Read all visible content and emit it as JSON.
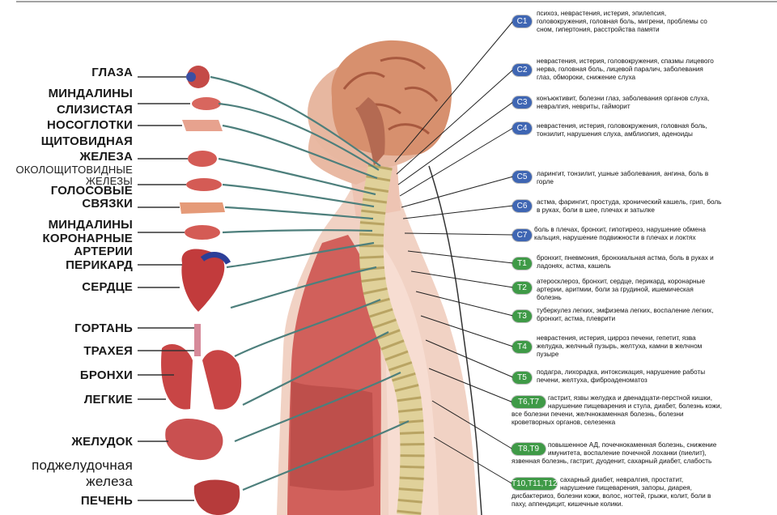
{
  "organs": [
    {
      "id": "eyes",
      "label": "ГЛАЗА"
    },
    {
      "id": "tonsils",
      "label": "МИНДАЛИНЫ"
    },
    {
      "id": "mucosa",
      "label": "СЛИЗИСТАЯ"
    },
    {
      "id": "nasopharynx",
      "label": "НОСОГЛОТКИ"
    },
    {
      "id": "thyroid1",
      "label": "ЩИТОВИДНАЯ"
    },
    {
      "id": "thyroid2",
      "label": "ЖЕЛЕЗА"
    },
    {
      "id": "parathyroid1",
      "label": "ОКОЛОЩИТОВИДНЫЕ"
    },
    {
      "id": "parathyroid2",
      "label": "ЖЕЛЕЗЫ"
    },
    {
      "id": "vocal1",
      "label": "ГОЛОСОВЫЕ"
    },
    {
      "id": "vocal2",
      "label": "СВЯЗКИ"
    },
    {
      "id": "tonsils2",
      "label": "МИНДАЛИНЫ"
    },
    {
      "id": "coronary1",
      "label": "КОРОНАРНЫЕ"
    },
    {
      "id": "coronary2",
      "label": "АРТЕРИИ"
    },
    {
      "id": "pericardium",
      "label": "ПЕРИКАРД"
    },
    {
      "id": "heart",
      "label": "СЕРДЦЕ"
    },
    {
      "id": "larynx",
      "label": "ГОРТАНЬ"
    },
    {
      "id": "trachea",
      "label": "ТРАХЕЯ"
    },
    {
      "id": "bronchi",
      "label": "БРОНХИ"
    },
    {
      "id": "lungs",
      "label": "ЛЕГКИЕ"
    },
    {
      "id": "stomach",
      "label": "ЖЕЛУДОК"
    },
    {
      "id": "pancreas1",
      "label": "поджелудочная"
    },
    {
      "id": "pancreas2",
      "label": "железа"
    },
    {
      "id": "liver",
      "label": "ПЕЧЕНЬ"
    }
  ],
  "vertebrae": [
    {
      "code": "C1",
      "type": "cervical",
      "lines": [
        "психоз, неврастения, истерия, эпилепсия,",
        "головокружения, головная боль, мигрени, проблемы со",
        "сном, гипертония, расстройства памяти"
      ]
    },
    {
      "code": "C2",
      "type": "cervical",
      "lines": [
        "неврастения, истерия, головокружения, спазмы лицевого",
        "нерва, головная боль, лицевой паралич, заболевания",
        "глаз, обмороки, снижение слуха"
      ]
    },
    {
      "code": "C3",
      "type": "cervical",
      "lines": [
        "конъюктивит, болезни глаз, заболевания органов слуха,",
        "невралгия, невриты, гайморит"
      ]
    },
    {
      "code": "C4",
      "type": "cervical",
      "lines": [
        "неврастения, истерия, головокружения, головная боль,",
        "тонзилит, нарушения слуха, амблиопия, аденоиды"
      ]
    },
    {
      "code": "C5",
      "type": "cervical",
      "lines": [
        "ларингит, тонзилит, ушные заболевания, ангина, боль в",
        "горле"
      ]
    },
    {
      "code": "C6",
      "type": "cervical",
      "lines": [
        "астма, фарингит, простуда, хронический кашель, грип, боль",
        "в руках, боли в шее, плечах и затылке"
      ]
    },
    {
      "code": "C7",
      "type": "cervical",
      "lines": [
        "боль в плечах, бронхит, гипотиреоз, нарушение обмена",
        "кальция, нарушение подвижности в плечах и локтях"
      ]
    },
    {
      "code": "T1",
      "type": "thoracic",
      "lines": [
        "бронхит, пневмония, бронхиальная астма, боль в руках и",
        "ладонях, астма, кашель"
      ]
    },
    {
      "code": "T2",
      "type": "thoracic",
      "lines": [
        "атеросклероз, бронхит, сердце, перикард, коронарные",
        "артерии, аритмии, боли за грудиной, ишемическая",
        "болезнь"
      ]
    },
    {
      "code": "T3",
      "type": "thoracic",
      "lines": [
        "туберкулез легких, эмфизема легких, воспаление легких,",
        "бронхит, астма, плеврити"
      ]
    },
    {
      "code": "T4",
      "type": "thoracic",
      "lines": [
        "неврастения, истерия, цирроз печени, гепетит, язва",
        "желудка, желчный пузырь, желтуха, камни в желчном",
        "пузыре"
      ]
    },
    {
      "code": "T5",
      "type": "thoracic",
      "lines": [
        "подагра, лихорадка, интоксикация, нарушение работы",
        "печени, желтуха, фиброаденоматоз"
      ]
    },
    {
      "code": "T6,T7",
      "type": "thoracic",
      "lines": [
        "гастрит, язвы желудка и двенадцати-перстной кишки,",
        "нарушение пищеварения и стула, диабет, болезнь кожи,",
        "все болезни печени, желчнокаменная болезнь, болезни",
        "кроветворных органов, селезенка"
      ]
    },
    {
      "code": "T8,T9",
      "type": "thoracic",
      "lines": [
        "повышенное АД, почечнокаменная болезнь, снижение",
        "имунитета, воспаление почечной лоханки (пиелит),",
        "язвенная болезнь, гастрит, дуоденит, сахарный диабет, слабость"
      ]
    },
    {
      "code": "T10,T11,T12",
      "type": "thoracic",
      "lines": [
        "сахарный диабет, невралгия, простатит,",
        "нарушение пищеварения, запоры, диарея,",
        "дисбактериоз, болезни кожи, волос, ногтей, грыжи, колит, боли в",
        "паху, аппендицит, кишечные колики."
      ]
    }
  ],
  "colors": {
    "cervical_badge": "#3f66b3",
    "thoracic_badge": "#3f9a47",
    "nerve": "#4d7f7c",
    "spine": "#e8dcae",
    "tissue": "#c8484a"
  }
}
